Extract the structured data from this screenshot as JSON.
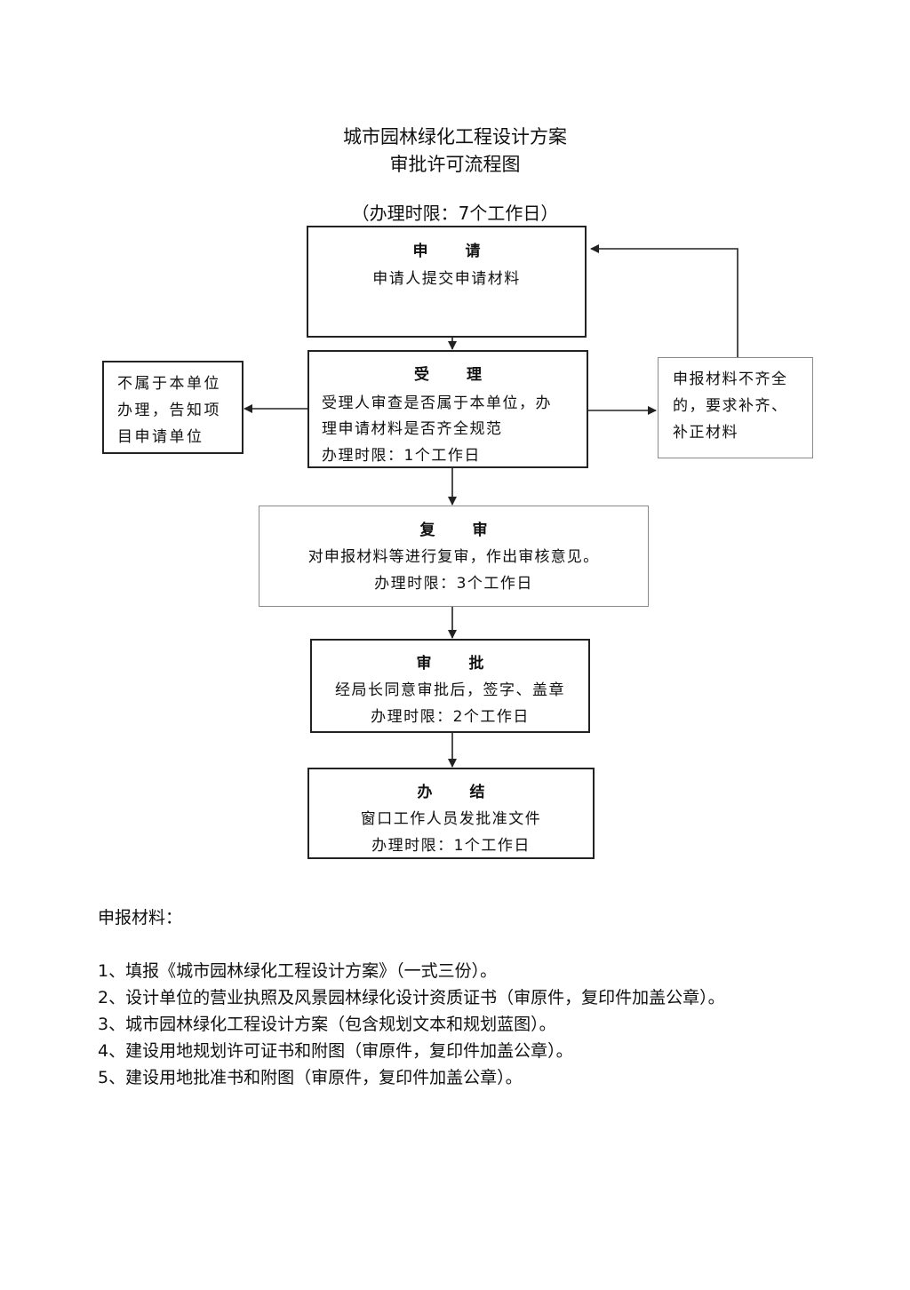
{
  "header": {
    "title_line1": "城市园林绿化工程设计方案",
    "title_line2": "审批许可流程图",
    "time_limit": "（办理时限：7个工作日）"
  },
  "flow": {
    "apply": {
      "title": "申 请",
      "lines": [
        "申请人提交申请材料"
      ]
    },
    "accept": {
      "title": "受 理",
      "lines": [
        "受理人审查是否属于本单位，办",
        "理申请材料是否齐全规范",
        "办理时限：1个工作日"
      ]
    },
    "not_ours": {
      "lines": [
        "不属于本单位",
        "办理，告知项",
        "目申请单位"
      ]
    },
    "incomplete": {
      "lines": [
        "申报材料不齐全",
        "的，要求补齐、",
        "补正材料"
      ]
    },
    "review": {
      "title": "复 审",
      "lines": [
        "对申报材料等进行复审，作出审核意见。",
        "办理时限：3个工作日"
      ]
    },
    "approve": {
      "title": "审 批",
      "lines": [
        "经局长同意审批后，签字、盖章",
        "办理时限：2个工作日"
      ]
    },
    "finish": {
      "title": "办 结",
      "lines": [
        "窗口工作人员发批准文件",
        "办理时限：1个工作日"
      ]
    }
  },
  "materials": {
    "heading": "申报材料：",
    "items": [
      "1、填报《城市园林绿化工程设计方案》（一式三份）。",
      "2、设计单位的营业执照及风景园林绿化设计资质证书（审原件，复印件加盖公章）。",
      "3、城市园林绿化工程设计方案（包含规划文本和规划蓝图）。",
      "4、建设用地规划许可证书和附图（审原件，复印件加盖公章）。",
      "5、建设用地批准书和附图（审原件，复印件加盖公章）。"
    ]
  }
}
